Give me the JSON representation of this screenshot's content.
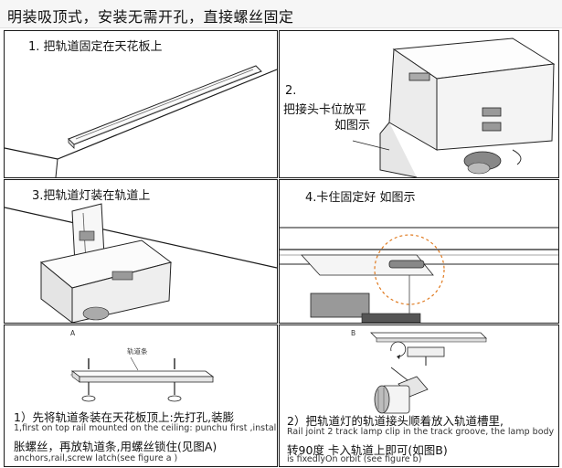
{
  "header": {
    "title": "明装吸顶式，安装无需开孔，直接螺丝固定"
  },
  "panels": {
    "p1": {
      "label": "1. 把轨道固定在天花板上"
    },
    "p2": {
      "label_line1": "2.",
      "label_line2": "把接头卡位放平",
      "label_line3": "如图示"
    },
    "p3": {
      "label": "3.把轨道灯装在轨道上"
    },
    "p4": {
      "label": "4.卡住固定好  如图示"
    },
    "p5": {
      "letter": "A",
      "rail_label": "轨道条",
      "cn_line1": "1）先将轨道条装在天花板顶上:先打孔,装膨",
      "en_line1": "1,first on top rail mounted on the ceiling: punchu first ,install",
      "cn_line2": "胀螺丝，再放轨道条,用螺丝锁住(见图A)",
      "en_line2": "anchors,rail,screw latch(see figure a )"
    },
    "p6": {
      "letter": "B",
      "cn_line1": "2）把轨道灯的轨道接头顺着放入轨道槽里,",
      "en_line1": "Rail joint 2 track lamp clip in the track groove, the lamp body",
      "cn_line2": "转90度 卡入轨道上即可(如图B)",
      "en_line2": "is fixedlyOn orbit (see figure b)"
    }
  },
  "colors": {
    "line": "#1a1a1a",
    "accent_circle": "#e07a1f",
    "header_bg": "#f6f6f6"
  }
}
